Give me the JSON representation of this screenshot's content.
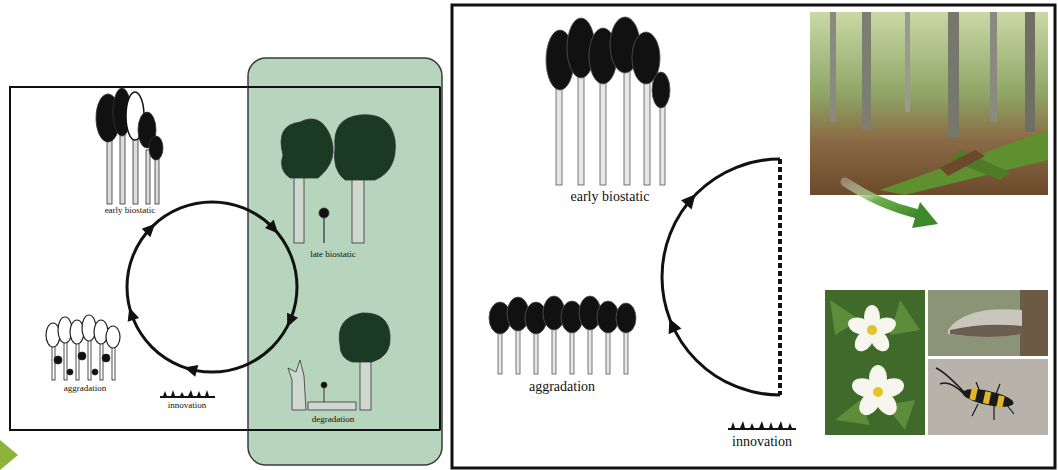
{
  "diagram": {
    "labels": [
      "early biostatic",
      "late biostatic",
      "aggradation",
      "innovation",
      "degradation",
      "early biostatic",
      "aggradation",
      "innovation"
    ]
  }
}
